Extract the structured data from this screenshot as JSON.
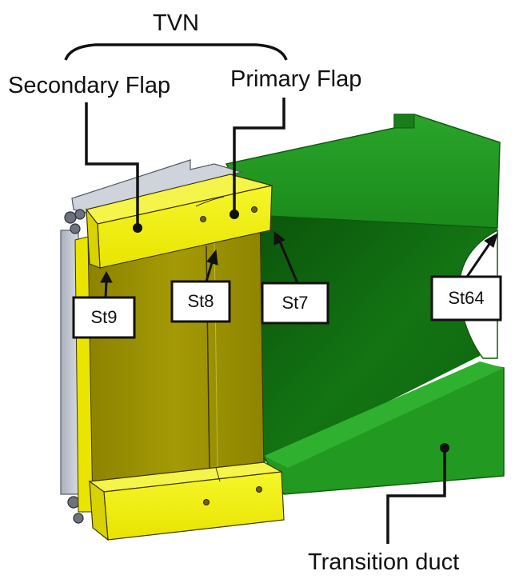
{
  "labels": {
    "group": "TVN",
    "secondary_flap": "Secondary Flap",
    "primary_flap": "Primary Flap",
    "transition_duct": "Transition duct"
  },
  "stations": {
    "st9": "St9",
    "st8": "St8",
    "st7": "St7",
    "st64": "St64"
  },
  "colors": {
    "flap_yellow": "#f2f20a",
    "flap_shade": "#bfb812",
    "cavity_olive": "#9c9000",
    "duct_green": "#1e8a1e",
    "duct_dark": "#0c5a0c",
    "rail_grey": "#c2c7d2",
    "ink": "#111111"
  }
}
